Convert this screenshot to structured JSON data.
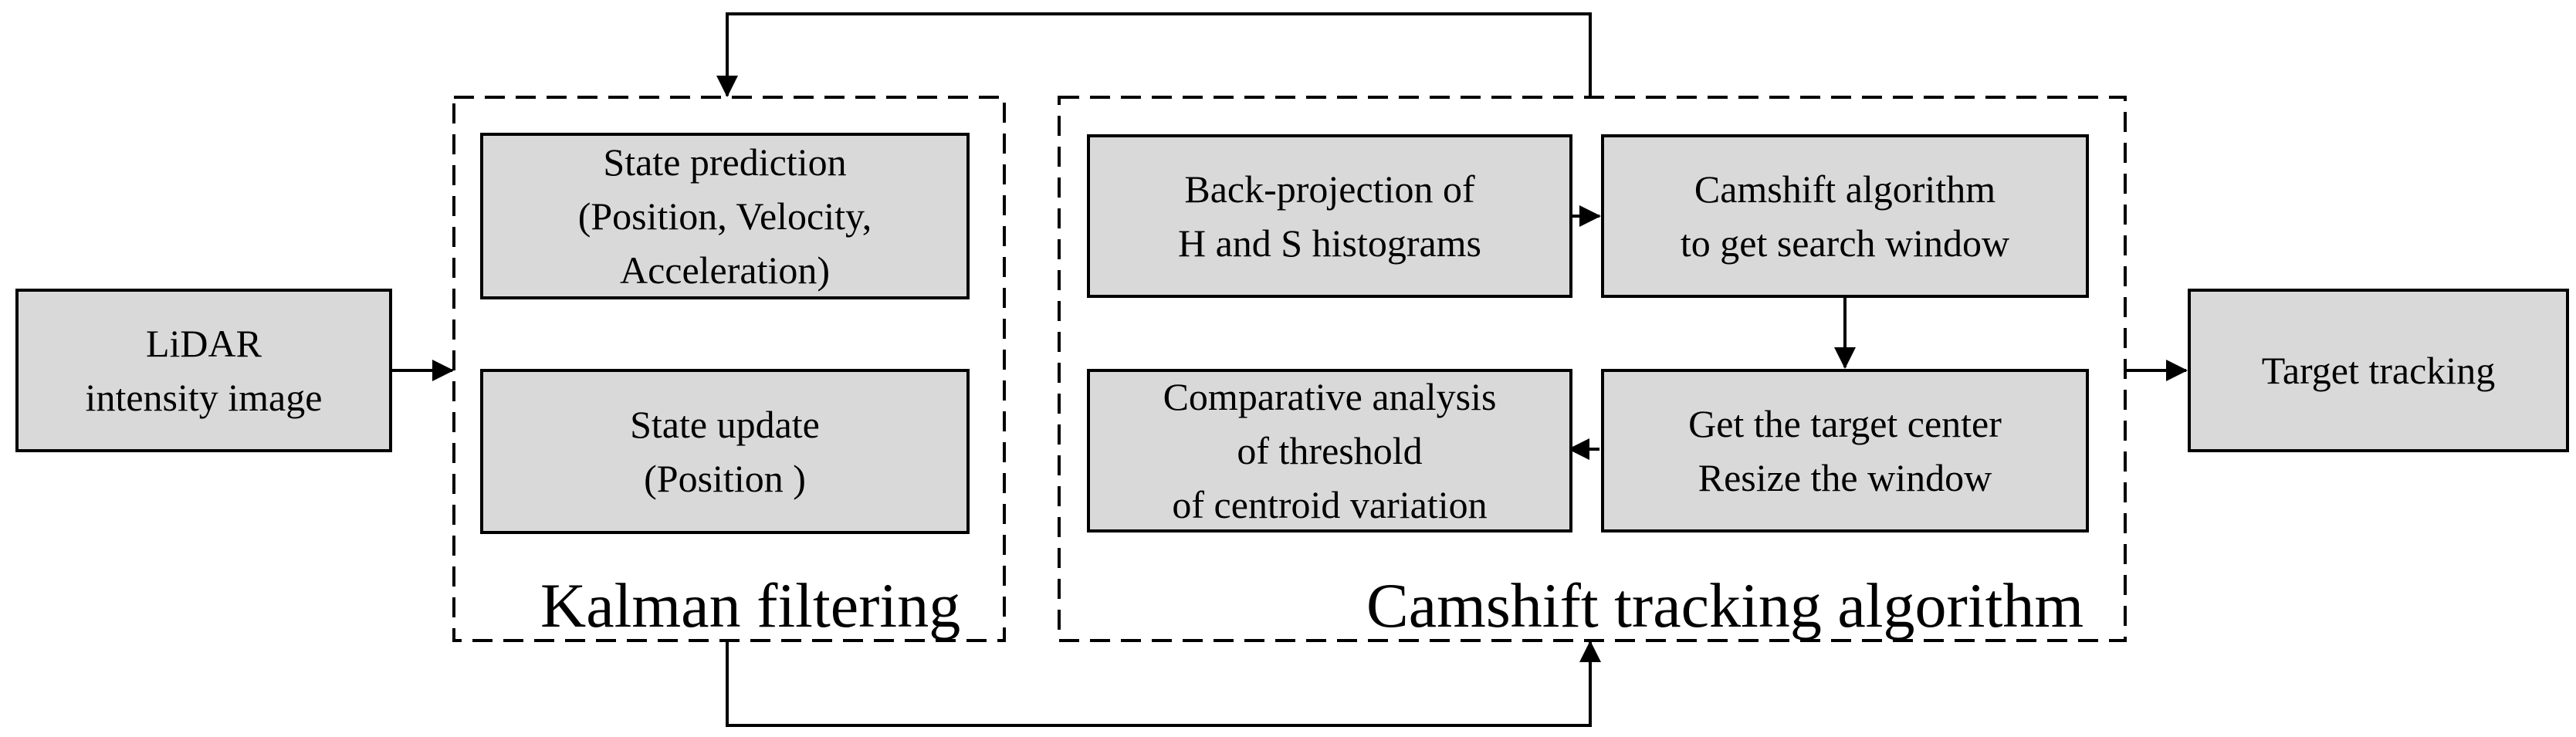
{
  "diagram": {
    "input": {
      "lines": [
        "LiDAR",
        "intensity image"
      ]
    },
    "kalman": {
      "label": "Kalman filtering",
      "prediction": {
        "lines": [
          "State prediction",
          "(Position, Velocity,",
          "Acceleration)"
        ]
      },
      "update": {
        "lines": [
          "State update",
          "(Position )"
        ]
      }
    },
    "camshift": {
      "label": "Camshift tracking algorithm",
      "backprojection": {
        "lines": [
          "Back-projection of",
          "H and S histograms"
        ]
      },
      "algorithm": {
        "lines": [
          "Camshift algorithm",
          "to get search window"
        ]
      },
      "center": {
        "lines": [
          "Get the target center",
          "Resize the window"
        ]
      },
      "comparative": {
        "lines": [
          "Comparative analysis",
          "of threshold",
          "of centroid variation"
        ]
      }
    },
    "output": {
      "lines": [
        "Target tracking"
      ]
    },
    "colors": {
      "box_fill": "#d9d9d9",
      "stroke": "#000000"
    }
  }
}
